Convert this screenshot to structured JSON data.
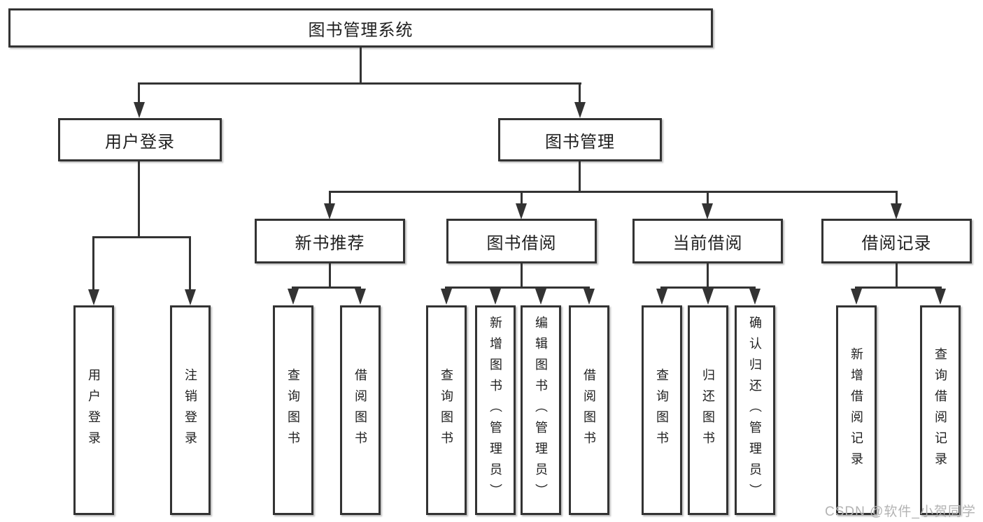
{
  "diagram": {
    "root": {
      "label": "图书管理系统"
    },
    "branches": [
      {
        "label": "用户登录",
        "leaves": [
          {
            "label": "用户登录"
          },
          {
            "label": "注销登录"
          }
        ]
      },
      {
        "label": "图书管理",
        "children": [
          {
            "label": "新书推荐",
            "leaves": [
              {
                "label": "查询图书"
              },
              {
                "label": "借阅图书"
              }
            ]
          },
          {
            "label": "图书借阅",
            "leaves": [
              {
                "label": "查询图书"
              },
              {
                "label": "新增图书（管理员）"
              },
              {
                "label": "编辑图书（管理员）"
              },
              {
                "label": "借阅图书"
              }
            ]
          },
          {
            "label": "当前借阅",
            "leaves": [
              {
                "label": "查询图书"
              },
              {
                "label": "归还图书"
              },
              {
                "label": "确认归还（管理员）"
              }
            ]
          },
          {
            "label": "借阅记录",
            "leaves": [
              {
                "label": "新增借阅记录"
              },
              {
                "label": "查询借阅记录"
              }
            ]
          }
        ]
      }
    ],
    "colors": {
      "line": "#333333",
      "text": "#1f1f1f",
      "background": "#ffffff",
      "watermark": "#b3b3b3"
    },
    "watermark": {
      "text": "CSDN @软件_小贺同学"
    }
  }
}
